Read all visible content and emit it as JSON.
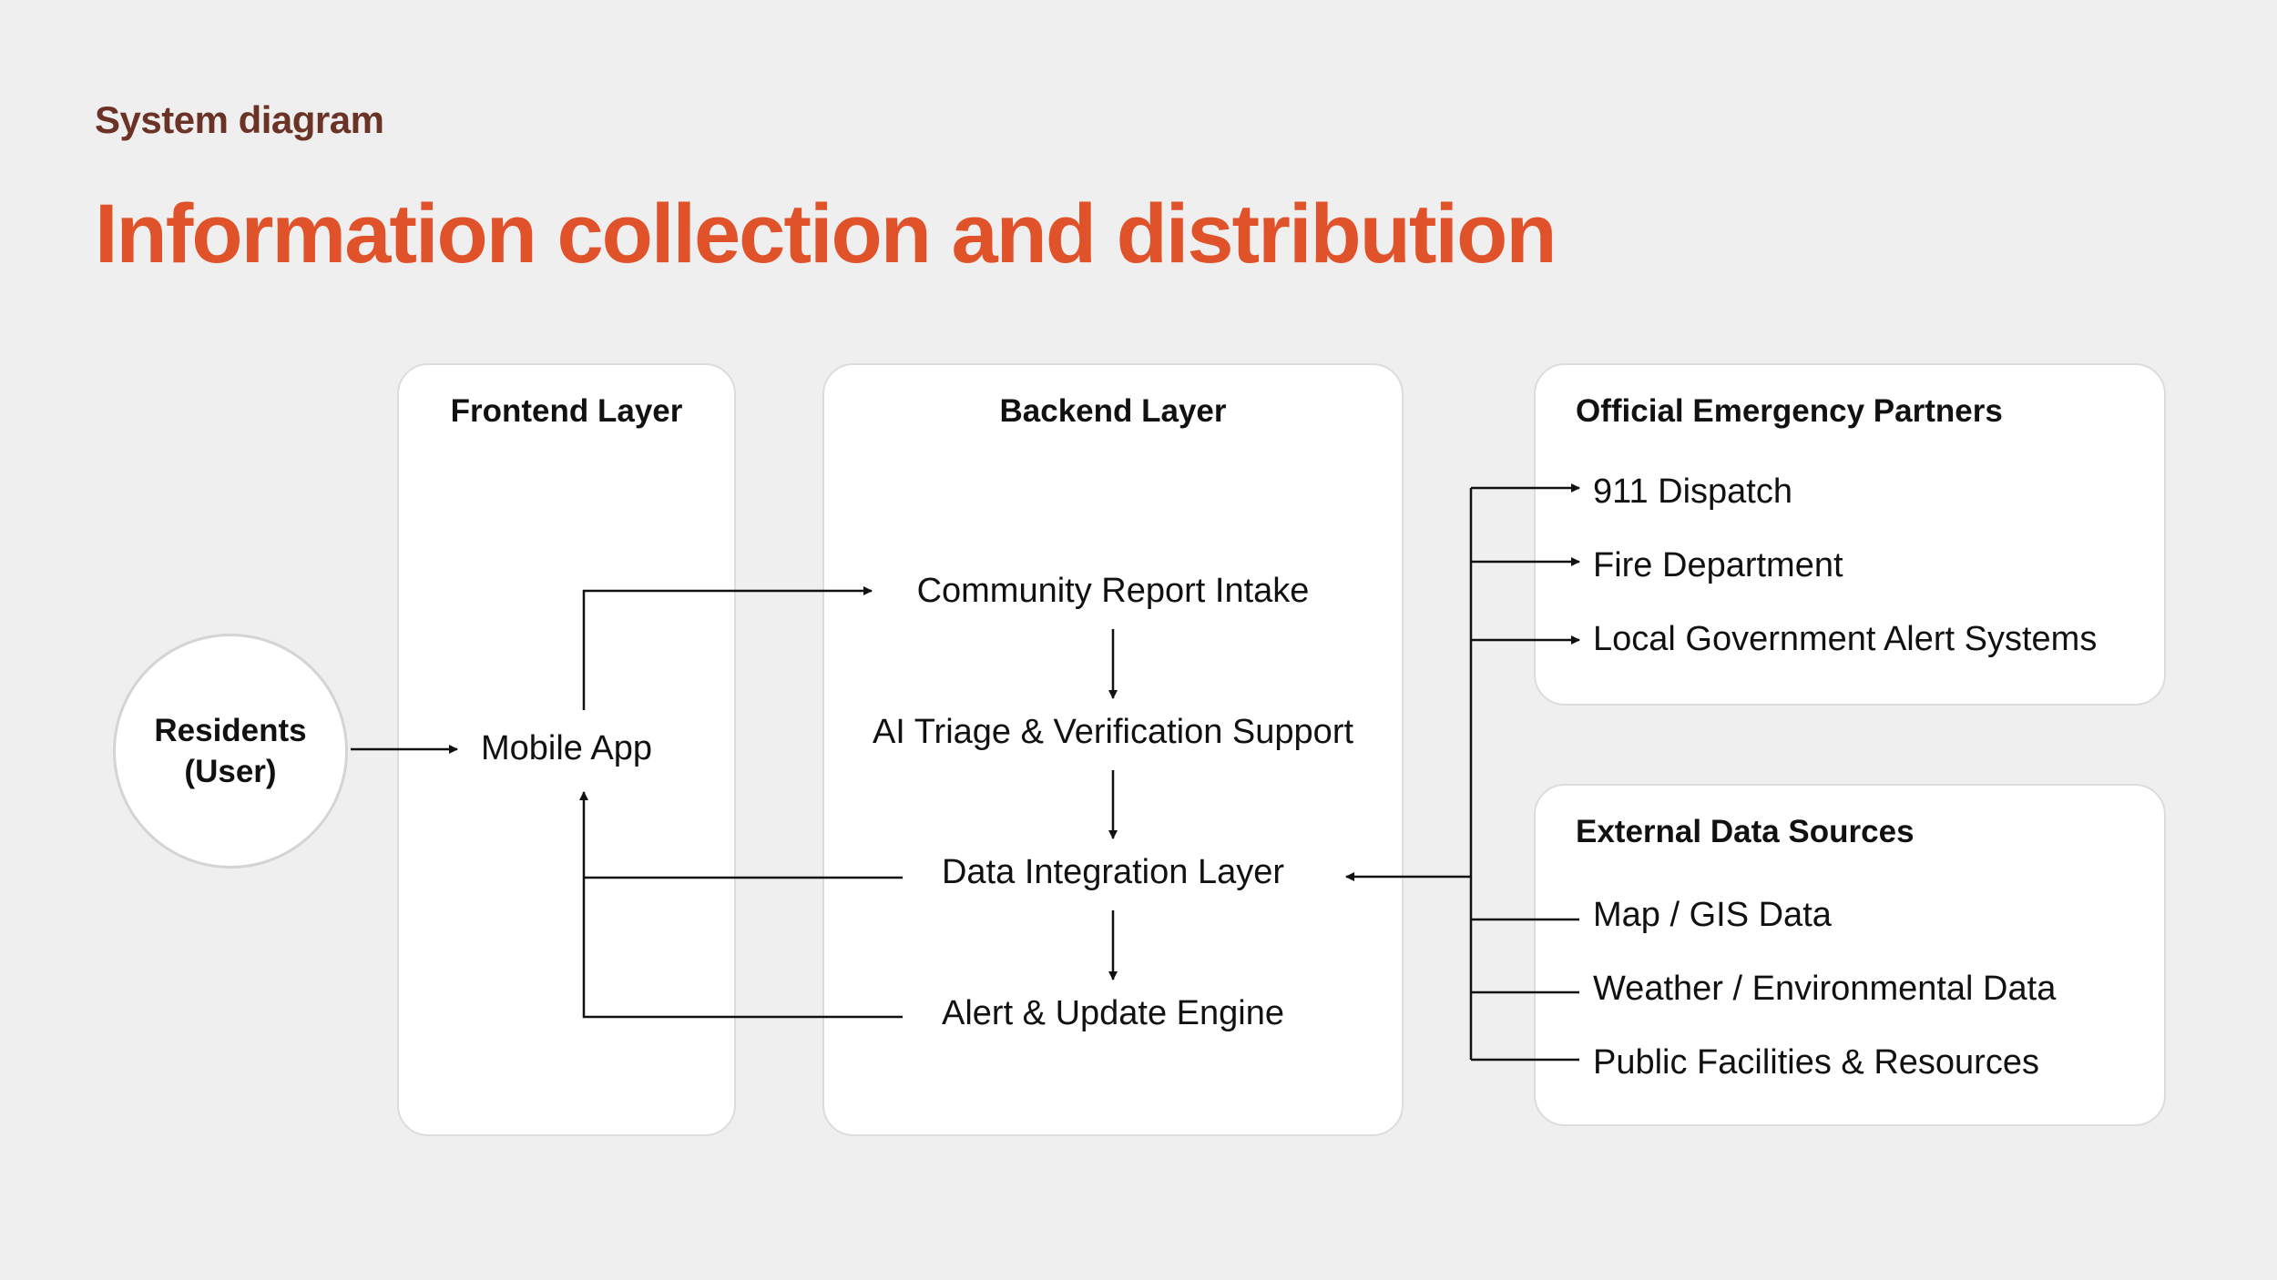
{
  "header": {
    "eyebrow": "System diagram",
    "title": "Information collection and distribution"
  },
  "colors": {
    "background": "#efefef",
    "eyebrow": "#6b3326",
    "title": "#e0532a",
    "panel": "#ffffff",
    "line": "#111111"
  },
  "user": {
    "line1": "Residents",
    "line2": "(User)"
  },
  "frontend": {
    "title": "Frontend Layer",
    "mobile_app": "Mobile App"
  },
  "backend": {
    "title": "Backend Layer",
    "intake": "Community Report Intake",
    "triage": "AI Triage & Verification Support",
    "integration": "Data Integration Layer",
    "alerts": "Alert & Update Engine"
  },
  "partners": {
    "title": "Official Emergency Partners",
    "items": [
      "911 Dispatch",
      "Fire Department",
      "Local Government Alert Systems"
    ]
  },
  "sources": {
    "title": "External Data Sources",
    "items": [
      "Map / GIS Data",
      "Weather / Environmental Data",
      "Public Facilities & Resources"
    ]
  }
}
